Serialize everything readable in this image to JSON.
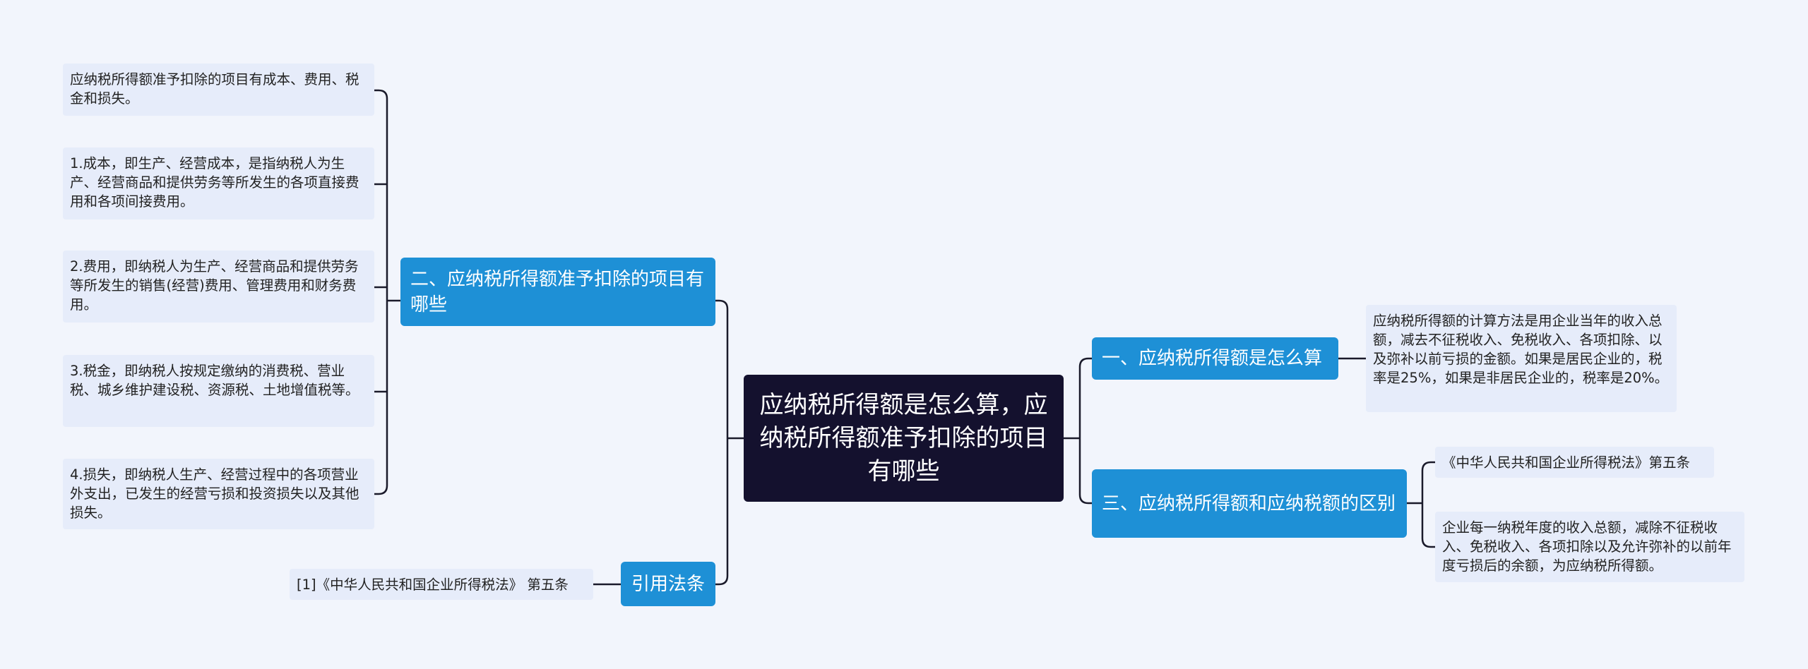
{
  "root": {
    "title": "应纳税所得额是怎么算，应纳税所得额准予扣除的项目有哪些"
  },
  "branches": {
    "deductible_items": {
      "label": "二、应纳税所得额准予扣除的项目有哪些",
      "leaves": [
        "应纳税所得额准予扣除的项目有成本、费用、税金和损失。",
        "1.成本，即生产、经营成本，是指纳税人为生产、经营商品和提供劳务等所发生的各项直接费用和各项间接费用。",
        "2.费用，即纳税人为生产、经营商品和提供劳务等所发生的销售(经营)费用、管理费用和财务费用。",
        "3.税金，即纳税人按规定缴纳的消费税、营业税、城乡维护建设税、资源税、土地增值税等。",
        "4.损失，即纳税人生产、经营过程中的各项营业外支出，已发生的经营亏损和投资损失以及其他损失。"
      ]
    },
    "cited_law": {
      "label": "引用法条",
      "leaves": [
        "[1]《中华人民共和国企业所得税法》 第五条"
      ]
    },
    "how_to_calculate": {
      "label": "一、应纳税所得额是怎么算",
      "leaves": [
        "应纳税所得额的计算方法是用企业当年的收入总额，减去不征税收入、免税收入、各项扣除、以及弥补以前亏损的金额。如果是居民企业的，税率是25%，如果是非居民企业的，税率是20%。"
      ]
    },
    "difference": {
      "label": "三、应纳税所得额和应纳税额的区别",
      "leaves": [
        "《中华人民共和国企业所得税法》第五条",
        "企业每一纳税年度的收入总额，减除不征税收入、免税收入、各项扣除以及允许弥补的以前年度亏损后的余额，为应纳税所得额。"
      ]
    }
  },
  "colors": {
    "background": "#f2f5fc",
    "root_fill": "#14112e",
    "branch_fill": "#1e90d6",
    "leaf_fill": "#e6ecfa",
    "connector": "#1a1a2a"
  }
}
